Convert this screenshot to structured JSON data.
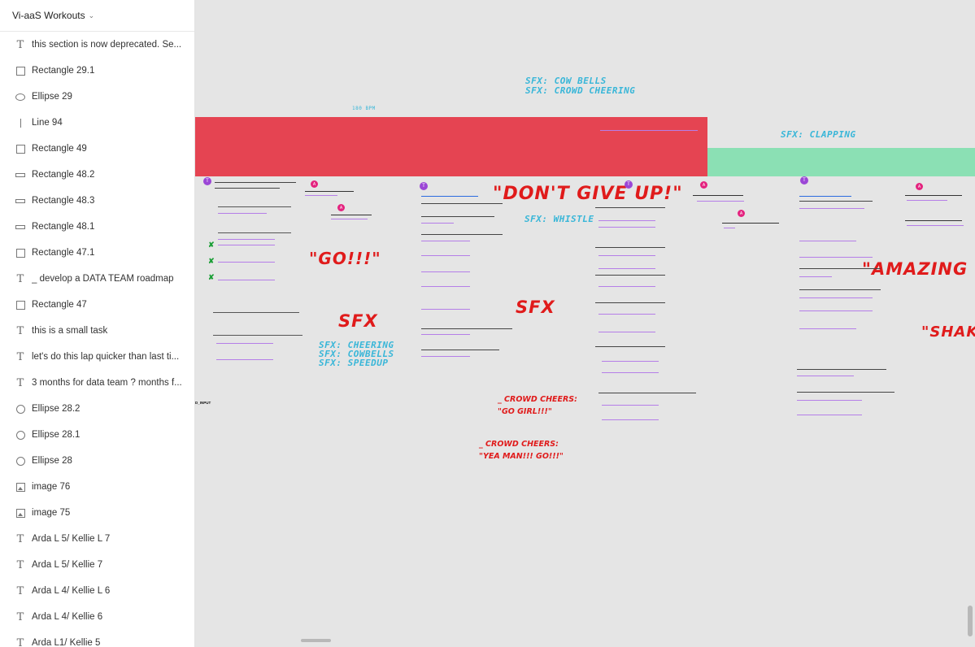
{
  "app": {
    "file_title": "Vi-aaS Workouts"
  },
  "layers": [
    {
      "icon": "text",
      "label": "this section is now deprecated. Se..."
    },
    {
      "icon": "rectangle",
      "label": "Rectangle 29.1"
    },
    {
      "icon": "ellipse",
      "label": "Ellipse 29"
    },
    {
      "icon": "line",
      "label": "Line 94"
    },
    {
      "icon": "rectangle",
      "label": "Rectangle 49"
    },
    {
      "icon": "rectangle-thin",
      "label": "Rectangle 48.2"
    },
    {
      "icon": "rectangle-thin",
      "label": "Rectangle 48.3"
    },
    {
      "icon": "rectangle-thin",
      "label": "Rectangle 48.1"
    },
    {
      "icon": "rectangle",
      "label": "Rectangle 47.1"
    },
    {
      "icon": "text",
      "label": "_ develop a DATA TEAM roadmap"
    },
    {
      "icon": "rectangle",
      "label": "Rectangle 47"
    },
    {
      "icon": "text",
      "label": "this is a small task"
    },
    {
      "icon": "text",
      "label": "let's do this lap quicker than last ti..."
    },
    {
      "icon": "text",
      "label": "3 months for data team ? months f..."
    },
    {
      "icon": "circle",
      "label": "Ellipse 28.2"
    },
    {
      "icon": "circle",
      "label": "Ellipse 28.1"
    },
    {
      "icon": "circle",
      "label": "Ellipse 28"
    },
    {
      "icon": "image",
      "label": "image 76"
    },
    {
      "icon": "image",
      "label": "image 75"
    },
    {
      "icon": "text",
      "label": "Arda L 5/ Kellie L 7"
    },
    {
      "icon": "text",
      "label": "Arda L 5/ Kellie 7"
    },
    {
      "icon": "text",
      "label": "Arda L 4/ Kellie L 6"
    },
    {
      "icon": "text",
      "label": "Arda L 4/ Kellie 6"
    },
    {
      "icon": "text",
      "label": "Arda L1/ Kellie 5"
    }
  ],
  "canvas": {
    "bpm_label": "180 BPM",
    "sfx_cowbells": "SFX: COW BELLS",
    "sfx_crowd": "SFX: CROWD CHEERING",
    "sfx_clapping": "SFX: CLAPPING",
    "sfx_whistle": "SFX: WHISTLE",
    "sfx_cheering": "SFX: CHEERING",
    "sfx_cowbells2": "SFX: COWBELLS",
    "sfx_speedup": "SFX: SPEEDUP",
    "big_dont_give_up": "\"DON'T GIVE UP!\"",
    "big_go": "\"GO!!!\"",
    "big_sfx_1": "SFX",
    "big_sfx_2": "SFX",
    "big_amazing": "\"AMAZING",
    "big_shak": "\"SHAK",
    "crowd_cheers_1": "_ CROWD CHEERS:",
    "crowd_cheers_1_quote": "\"GO GIRL!!!\"",
    "crowd_cheers_2": "_ CROWD CHEERS:",
    "crowd_cheers_2_quote": "\"YEA MAN!!! GO!!!\"",
    "edge_label": "D_INPUT",
    "colors": {
      "red_block": "#e54452",
      "green_block": "#8be0b4",
      "sfx_blue": "#38b6d8",
      "red_text": "#e01b1b"
    }
  }
}
